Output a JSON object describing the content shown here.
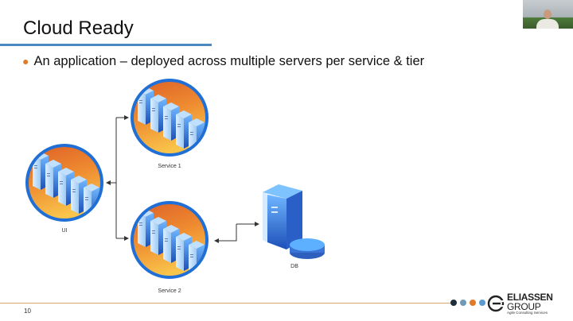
{
  "slide": {
    "title": "Cloud Ready",
    "bullets": [
      "An application – deployed across multiple servers per service & tier"
    ],
    "page_number": "10"
  },
  "diagram": {
    "nodes": [
      {
        "id": "ui",
        "label": "UI",
        "icon": "server-cluster-icon"
      },
      {
        "id": "service1",
        "label": "Service 1",
        "icon": "server-cluster-icon"
      },
      {
        "id": "service2",
        "label": "Service 2",
        "icon": "server-cluster-icon"
      },
      {
        "id": "db",
        "label": "DB",
        "icon": "database-server-icon"
      }
    ],
    "edges": [
      {
        "from": "ui",
        "to": "service1",
        "bidirectional": true
      },
      {
        "from": "ui",
        "to": "service2",
        "bidirectional": true
      },
      {
        "from": "service2",
        "to": "db",
        "bidirectional": true
      }
    ],
    "colors": {
      "ring": "#1f6fd6",
      "fill_dark": "#e0672a",
      "fill_light": "#f7b540",
      "server": "#3d8be8"
    }
  },
  "footer": {
    "dot_colors": [
      "#1f2d3d",
      "#6f9bb8",
      "#e07b2a",
      "#5b9bd0"
    ],
    "logo": {
      "line1": "ELIASSEN",
      "line2": "GROUP",
      "tagline": "Agile Consulting Services"
    }
  },
  "webcam": {
    "icon": "presenter-video-icon"
  }
}
